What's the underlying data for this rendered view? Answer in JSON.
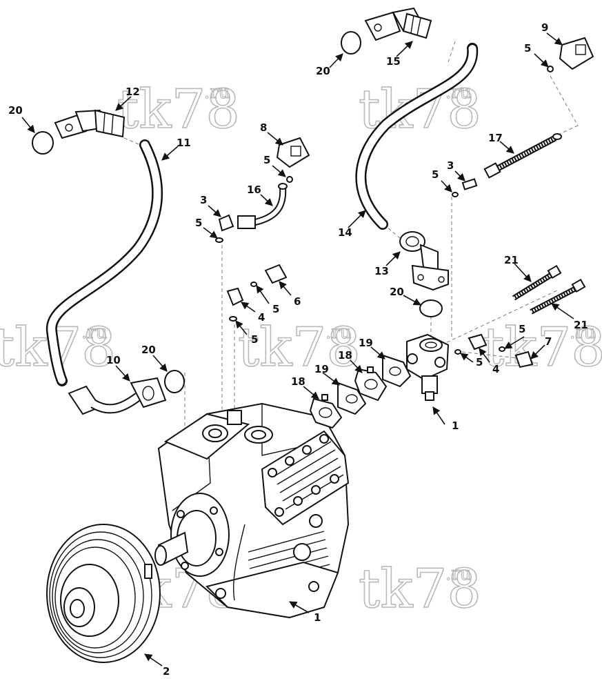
{
  "watermark": {
    "main": "tk78",
    "sup": ".ru"
  },
  "callouts": [
    "1",
    "1",
    "1",
    "2",
    "3",
    "3",
    "4",
    "4",
    "5",
    "5",
    "5",
    "5",
    "5",
    "5",
    "5",
    "5",
    "6",
    "7",
    "8",
    "9",
    "10",
    "11",
    "12",
    "13",
    "14",
    "15",
    "16",
    "17",
    "18",
    "18",
    "19",
    "19",
    "20",
    "20",
    "20",
    "20",
    "21",
    "21"
  ],
  "colors": {
    "line": "#111111",
    "watermark": "#b8b8b8",
    "background": "#ffffff"
  }
}
